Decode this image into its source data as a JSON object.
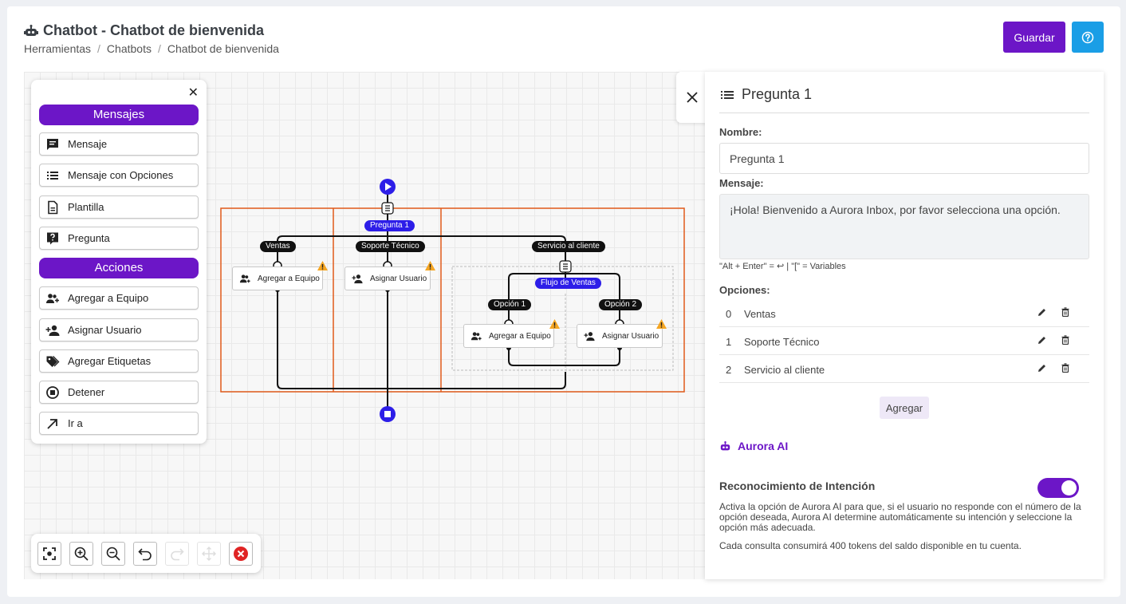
{
  "header": {
    "title": "Chatbot - Chatbot de bienvenida",
    "breadcrumb": [
      "Herramientas",
      "Chatbots",
      "Chatbot de bienvenida"
    ],
    "save_label": "Guardar"
  },
  "toolbox": {
    "section_messages": "Mensajes",
    "messages": [
      {
        "label": "Mensaje",
        "icon": "message-icon"
      },
      {
        "label": "Mensaje con Opciones",
        "icon": "list-icon"
      },
      {
        "label": "Plantilla",
        "icon": "document-icon"
      },
      {
        "label": "Pregunta",
        "icon": "question-icon"
      }
    ],
    "section_actions": "Acciones",
    "actions": [
      {
        "label": "Agregar a Equipo",
        "icon": "add-group-icon"
      },
      {
        "label": "Asignar Usuario",
        "icon": "add-user-icon"
      },
      {
        "label": "Agregar Etiquetas",
        "icon": "tags-icon"
      },
      {
        "label": "Detener",
        "icon": "stop-icon"
      },
      {
        "label": "Ir a",
        "icon": "arrow-up-right-icon"
      }
    ]
  },
  "flow": {
    "question_tag": "Pregunta 1",
    "branches": [
      "Ventas",
      "Soporte Técnico",
      "Servicio al cliente"
    ],
    "sub_flow_tag": "Flujo de Ventas",
    "sub_branches": [
      "Opción 1",
      "Opción 2"
    ],
    "action_add_team": "Agregar a Equipo",
    "action_assign_user": "Asignar Usuario"
  },
  "panel": {
    "title": "Pregunta 1",
    "name_label": "Nombre:",
    "name_value": "Pregunta 1",
    "message_label": "Mensaje:",
    "message_value": "¡Hola! Bienvenido a Aurora Inbox, por favor selecciona una opción.",
    "hint": "\"Alt + Enter\" = ↩ |   \"[\" = Variables",
    "options_label": "Opciones:",
    "options": [
      {
        "index": "0",
        "text": "Ventas"
      },
      {
        "index": "1",
        "text": "Soporte Técnico"
      },
      {
        "index": "2",
        "text": "Servicio al cliente"
      }
    ],
    "add_label": "Agregar",
    "ai_label": "Aurora AI",
    "intent_label": "Reconocimiento de Intención",
    "intent_enabled": true,
    "intent_desc": "Activa la opción de Aurora AI para que, si el usuario no responde con el número de la opción deseada, Aurora AI determine automáticamente su intención y seleccione la opción más adecuada.",
    "token_note": "Cada consulta consumirá 400 tokens del saldo disponible en tu cuenta."
  },
  "colors": {
    "accent": "#6c16c7",
    "help": "#1a9ee6",
    "flow_node": "#2d1ee8",
    "group_border": "#e05a1a",
    "warning": "#f5a623",
    "danger": "#e02424"
  }
}
